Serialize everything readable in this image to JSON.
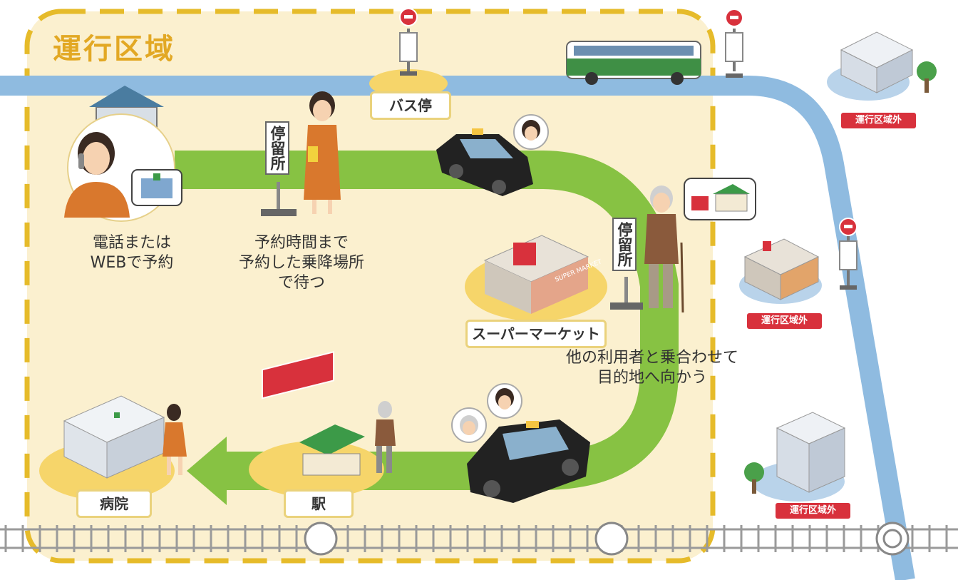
{
  "title": "運行区域",
  "steps": {
    "reserve_line1": "電話または",
    "reserve_line2": "WEBで予約",
    "wait_line1": "予約時間まで",
    "wait_line2": "予約した乗降場所",
    "wait_line3": "で待つ",
    "share_line1": "他の利用者と乗合わせて",
    "share_line2": "目的地へ向かう"
  },
  "places": {
    "bus_stop": "バス停",
    "supermarket": "スーパーマーケット",
    "station": "駅",
    "hospital": "病院",
    "supermarket_sign": "SUPER MARKET"
  },
  "stop_sign_text": "停留所",
  "outside_area": "運行区域外",
  "colors": {
    "area_fill": "#fbf0cf",
    "area_border": "#e6bb2a",
    "route_green": "#87c243",
    "road_blue": "#8fbbe0",
    "title_color": "#e2a824",
    "outside_tag": "#d8313c",
    "spot_yellow": "#f6d56a"
  }
}
